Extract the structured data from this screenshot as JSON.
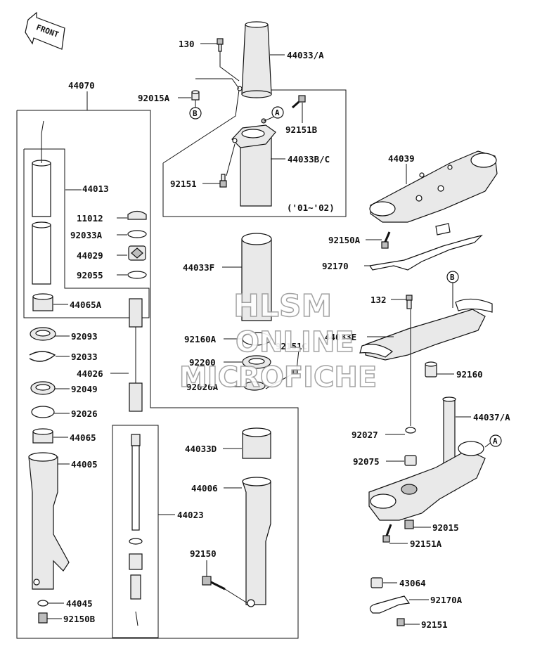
{
  "front_tag": "FRONT",
  "watermark": {
    "line1": "HLSM",
    "line2": "ONLINE",
    "line3": "MICROFICHE"
  },
  "year_note": "('01~'02)",
  "labels": {
    "p130": "130",
    "p44033A": "44033/A",
    "p92015A": "92015A",
    "p44070": "44070",
    "p92151B": "92151B",
    "p44033BC": "44033B/C",
    "p92151_top": "92151",
    "p44039": "44039",
    "p44013": "44013",
    "p11012": "11012",
    "p92033A": "92033A",
    "p44029": "44029",
    "p92055": "92055",
    "p44065A": "44065A",
    "p92150A": "92150A",
    "p92170": "92170",
    "p44033F": "44033F",
    "p132": "132",
    "p92093": "92093",
    "p92033": "92033",
    "p44026": "44026",
    "p92049": "92049",
    "p92026": "92026",
    "p44065": "44065",
    "p44005": "44005",
    "p92160A": "92160A",
    "p92151C": "92151C",
    "p44033E": "44033E",
    "p92200": "92200",
    "p92026A": "92026A",
    "p92160": "92160",
    "p44037A": "44037/A",
    "p92027": "92027",
    "p44033D": "44033D",
    "p44006": "44006",
    "p44023": "44023",
    "p92075": "92075",
    "p92015": "92015",
    "p92151A": "92151A",
    "p92150": "92150",
    "p43064": "43064",
    "p92170A": "92170A",
    "p44045": "44045",
    "p92150B": "92150B",
    "p92151_bot": "92151"
  },
  "callouts": {
    "a1": "A",
    "a2": "A",
    "b1": "B",
    "b2": "B"
  }
}
